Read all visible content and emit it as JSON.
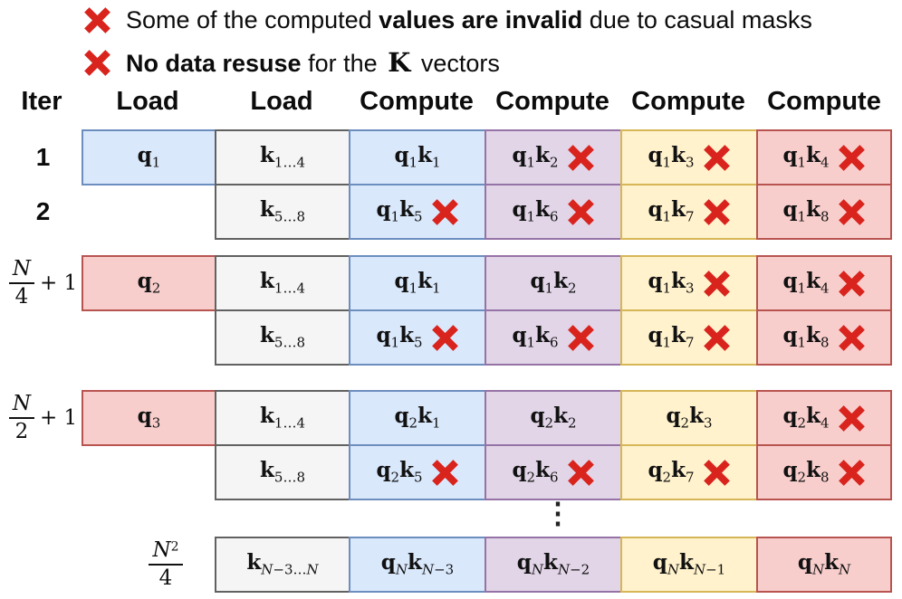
{
  "colors": {
    "blue": {
      "fill": "#dae8fc",
      "border": "#6c8ebf"
    },
    "gray": {
      "fill": "#f5f5f5",
      "border": "#616161"
    },
    "purple": {
      "fill": "#e1d5e7",
      "border": "#9673a6"
    },
    "yellow": {
      "fill": "#fff2cc",
      "border": "#d6b656"
    },
    "red": {
      "fill": "#f8cecc",
      "border": "#b85450"
    },
    "x_mark": "#d9231d",
    "text": "#0c0c0c"
  },
  "bullets": {
    "one": {
      "pre": "Some of the computed ",
      "bold": "values are invalid",
      "post": " due to casual masks"
    },
    "two": {
      "bold": "No data resuse",
      "mid": " for the ",
      "k": "K",
      "post": " vectors"
    }
  },
  "header": {
    "labels": [
      {
        "text": "Iter"
      },
      {
        "text": "Load"
      },
      {
        "text": "Load"
      },
      {
        "text": "Compute"
      },
      {
        "text": "Compute"
      },
      {
        "text": "Compute"
      },
      {
        "text": "Compute"
      }
    ]
  },
  "dots": "⋮",
  "rows": [
    {
      "iter": {
        "text": "1"
      },
      "q": {
        "color": "blue",
        "segs": [
          {
            "b": "q",
            "sub": "1"
          }
        ]
      },
      "k": {
        "segs": [
          {
            "b": "k",
            "sub": "1…4"
          }
        ]
      },
      "computes": [
        {
          "color": "blue",
          "segs": [
            {
              "b": "q",
              "sub": "1"
            },
            {
              "b": "k",
              "sub": "1"
            }
          ],
          "invalid": false
        },
        {
          "color": "purple",
          "segs": [
            {
              "b": "q",
              "sub": "1"
            },
            {
              "b": "k",
              "sub": "2"
            }
          ],
          "invalid": true
        },
        {
          "color": "yellow",
          "segs": [
            {
              "b": "q",
              "sub": "1"
            },
            {
              "b": "k",
              "sub": "3"
            }
          ],
          "invalid": true
        },
        {
          "color": "red",
          "segs": [
            {
              "b": "q",
              "sub": "1"
            },
            {
              "b": "k",
              "sub": "4"
            }
          ],
          "invalid": true
        }
      ]
    },
    {
      "iter": {
        "text": "2"
      },
      "q": null,
      "k": {
        "segs": [
          {
            "b": "k",
            "sub": "5…8"
          }
        ]
      },
      "computes": [
        {
          "color": "blue",
          "segs": [
            {
              "b": "q",
              "sub": "1"
            },
            {
              "b": "k",
              "sub": "5"
            }
          ],
          "invalid": true
        },
        {
          "color": "purple",
          "segs": [
            {
              "b": "q",
              "sub": "1"
            },
            {
              "b": "k",
              "sub": "6"
            }
          ],
          "invalid": true
        },
        {
          "color": "yellow",
          "segs": [
            {
              "b": "q",
              "sub": "1"
            },
            {
              "b": "k",
              "sub": "7"
            }
          ],
          "invalid": true
        },
        {
          "color": "red",
          "segs": [
            {
              "b": "q",
              "sub": "1"
            },
            {
              "b": "k",
              "sub": "8"
            }
          ],
          "invalid": true
        }
      ]
    },
    {
      "iter": {
        "frac": {
          "num": "N",
          "den": "4"
        },
        "suffix": "+ 1"
      },
      "q": {
        "color": "red",
        "segs": [
          {
            "b": "q",
            "sub": "2"
          }
        ]
      },
      "k": {
        "segs": [
          {
            "b": "k",
            "sub": "1…4"
          }
        ]
      },
      "computes": [
        {
          "color": "blue",
          "segs": [
            {
              "b": "q",
              "sub": "1"
            },
            {
              "b": "k",
              "sub": "1"
            }
          ],
          "invalid": false
        },
        {
          "color": "purple",
          "segs": [
            {
              "b": "q",
              "sub": "1"
            },
            {
              "b": "k",
              "sub": "2"
            }
          ],
          "invalid": false
        },
        {
          "color": "yellow",
          "segs": [
            {
              "b": "q",
              "sub": "1"
            },
            {
              "b": "k",
              "sub": "3"
            }
          ],
          "invalid": true
        },
        {
          "color": "red",
          "segs": [
            {
              "b": "q",
              "sub": "1"
            },
            {
              "b": "k",
              "sub": "4"
            }
          ],
          "invalid": true
        }
      ]
    },
    {
      "iter": null,
      "q": null,
      "k": {
        "segs": [
          {
            "b": "k",
            "sub": "5…8"
          }
        ]
      },
      "computes": [
        {
          "color": "blue",
          "segs": [
            {
              "b": "q",
              "sub": "1"
            },
            {
              "b": "k",
              "sub": "5"
            }
          ],
          "invalid": true
        },
        {
          "color": "purple",
          "segs": [
            {
              "b": "q",
              "sub": "1"
            },
            {
              "b": "k",
              "sub": "6"
            }
          ],
          "invalid": true
        },
        {
          "color": "yellow",
          "segs": [
            {
              "b": "q",
              "sub": "1"
            },
            {
              "b": "k",
              "sub": "7"
            }
          ],
          "invalid": true
        },
        {
          "color": "red",
          "segs": [
            {
              "b": "q",
              "sub": "1"
            },
            {
              "b": "k",
              "sub": "8"
            }
          ],
          "invalid": true
        }
      ]
    },
    {
      "iter": {
        "frac": {
          "num": "N",
          "den": "2"
        },
        "suffix": "+ 1"
      },
      "q": {
        "color": "red",
        "segs": [
          {
            "b": "q",
            "sub": "3"
          }
        ]
      },
      "k": {
        "segs": [
          {
            "b": "k",
            "sub": "1…4"
          }
        ]
      },
      "computes": [
        {
          "color": "blue",
          "segs": [
            {
              "b": "q",
              "sub": "2"
            },
            {
              "b": "k",
              "sub": "1"
            }
          ],
          "invalid": false
        },
        {
          "color": "purple",
          "segs": [
            {
              "b": "q",
              "sub": "2"
            },
            {
              "b": "k",
              "sub": "2"
            }
          ],
          "invalid": false
        },
        {
          "color": "yellow",
          "segs": [
            {
              "b": "q",
              "sub": "2"
            },
            {
              "b": "k",
              "sub": "3"
            }
          ],
          "invalid": false
        },
        {
          "color": "red",
          "segs": [
            {
              "b": "q",
              "sub": "2"
            },
            {
              "b": "k",
              "sub": "4"
            }
          ],
          "invalid": true
        }
      ]
    },
    {
      "iter": null,
      "q": null,
      "k": {
        "segs": [
          {
            "b": "k",
            "sub": "5…8"
          }
        ]
      },
      "computes": [
        {
          "color": "blue",
          "segs": [
            {
              "b": "q",
              "sub": "2"
            },
            {
              "b": "k",
              "sub": "5"
            }
          ],
          "invalid": true
        },
        {
          "color": "purple",
          "segs": [
            {
              "b": "q",
              "sub": "2"
            },
            {
              "b": "k",
              "sub": "6"
            }
          ],
          "invalid": true
        },
        {
          "color": "yellow",
          "segs": [
            {
              "b": "q",
              "sub": "2"
            },
            {
              "b": "k",
              "sub": "7"
            }
          ],
          "invalid": true
        },
        {
          "color": "red",
          "segs": [
            {
              "b": "q",
              "sub": "2"
            },
            {
              "b": "k",
              "sub": "8"
            }
          ],
          "invalid": true
        }
      ]
    },
    {
      "iter": {
        "frac": {
          "num": "N",
          "sup": "2",
          "den": "4"
        },
        "suffix": "",
        "pos": "inner"
      },
      "q": null,
      "k": {
        "segs": [
          {
            "b": "k",
            "sub": "N−3…N"
          }
        ]
      },
      "computes": [
        {
          "color": "blue",
          "segs": [
            {
              "b": "q",
              "sub": "N"
            },
            {
              "b": "k",
              "sub": "N−3"
            }
          ],
          "invalid": false
        },
        {
          "color": "purple",
          "segs": [
            {
              "b": "q",
              "sub": "N"
            },
            {
              "b": "k",
              "sub": "N−2"
            }
          ],
          "invalid": false
        },
        {
          "color": "yellow",
          "segs": [
            {
              "b": "q",
              "sub": "N"
            },
            {
              "b": "k",
              "sub": "N−1"
            }
          ],
          "invalid": false
        },
        {
          "color": "red",
          "segs": [
            {
              "b": "q",
              "sub": "N"
            },
            {
              "b": "k",
              "sub": "N"
            }
          ],
          "invalid": false
        }
      ]
    }
  ]
}
